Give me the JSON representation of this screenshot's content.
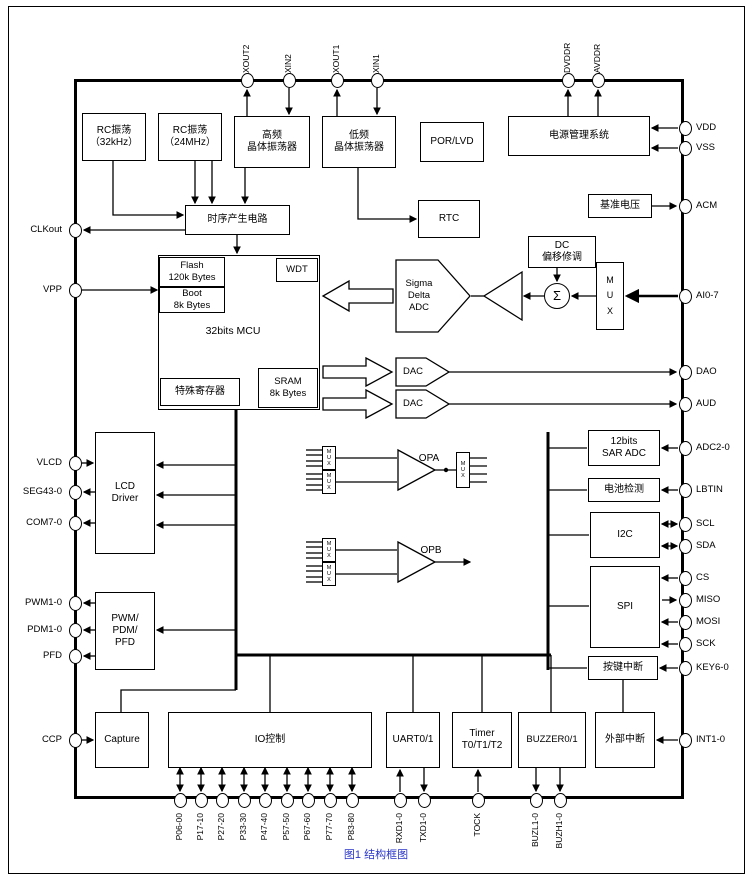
{
  "caption": "图1 结构框图",
  "blocks": {
    "rc32k": "RC振荡\n（32kHz）",
    "rc24m": "RC振荡\n（24MHz）",
    "hf_xtal": "高频\n晶体振荡器",
    "lf_xtal": "低频\n晶体振荡器",
    "por_lvd": "POR/LVD",
    "power": "电源管理系统",
    "timing": "时序产生电路",
    "rtc": "RTC",
    "vref": "基准电压",
    "flash": "Flash\n120k Bytes",
    "boot": "Boot\n8k Bytes",
    "wdt": "WDT",
    "mcu": "32bits MCU",
    "sfr": "特殊寄存器",
    "sram": "SRAM\n8k Bytes",
    "dc_trim": "DC\n偏移修调",
    "mux": "M\nU\nX",
    "mux_small": "M\nU\nX",
    "sigma": "Σ",
    "sigma_delta_adc": "Sigma\nDelta\nADC",
    "dac": "DAC",
    "lcd": "LCD\nDriver",
    "opa": "OPA",
    "opb": "OPB",
    "sar_adc": "12bits\nSAR ADC",
    "battery": "电池检测",
    "i2c": "I2C",
    "spi": "SPI",
    "key_int": "按键中断",
    "pwm": "PWM/\nPDM/\nPFD",
    "capture": "Capture",
    "io": "IO控制",
    "uart": "UART0/1",
    "timer": "Timer\nT0/T1/T2",
    "buzzer": "BUZZER0/1",
    "ext_int": "外部中断"
  },
  "pins": {
    "top": [
      "XOUT2",
      "XIN2",
      "XOUT1",
      "XIN1",
      "DVDDR",
      "AVDDR"
    ],
    "right": [
      "VDD",
      "VSS",
      "ACM",
      "AI0-7",
      "DAO",
      "AUD",
      "ADC2-0",
      "LBTIN",
      "SCL",
      "SDA",
      "CS",
      "MISO",
      "MOSI",
      "SCK",
      "KEY6-0",
      "INT1-0"
    ],
    "left": [
      "CLKout",
      "VPP",
      "VLCD",
      "SEG43-0",
      "COM7-0",
      "PWM1-0",
      "PDM1-0",
      "PFD",
      "CCP"
    ],
    "bottom": [
      "P06-00",
      "P17-10",
      "P27-20",
      "P33-30",
      "P47-40",
      "P57-50",
      "P67-60",
      "P77-70",
      "P83-80",
      "RXD1-0",
      "TXD1-0",
      "TOCK",
      "BUZL1-0",
      "BUZH1-0"
    ]
  },
  "colors": {
    "caption": "#2a35c8",
    "line": "#000000"
  }
}
